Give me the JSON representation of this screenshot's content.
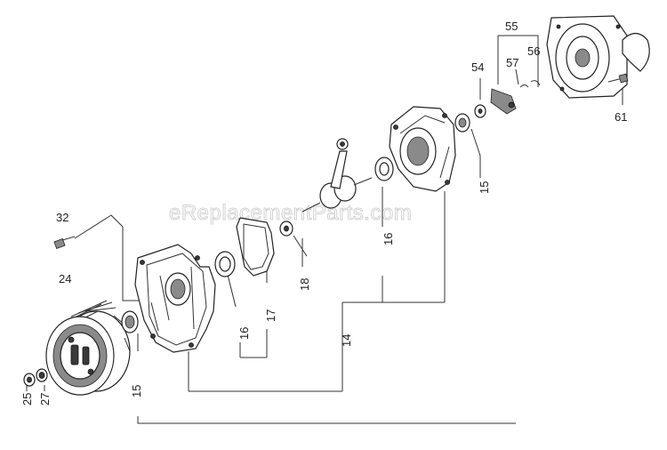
{
  "watermark": "eReplacementParts.com",
  "labels": {
    "l55": "55",
    "l56": "56",
    "l57": "57",
    "l54": "54",
    "l61": "61",
    "l15_right": "15",
    "l16_right": "16",
    "l18": "18",
    "l17": "17",
    "l16_left": "16",
    "l14": "14",
    "l32": "32",
    "l24": "24",
    "l15_left": "15",
    "l25": "25",
    "l27": "27"
  }
}
